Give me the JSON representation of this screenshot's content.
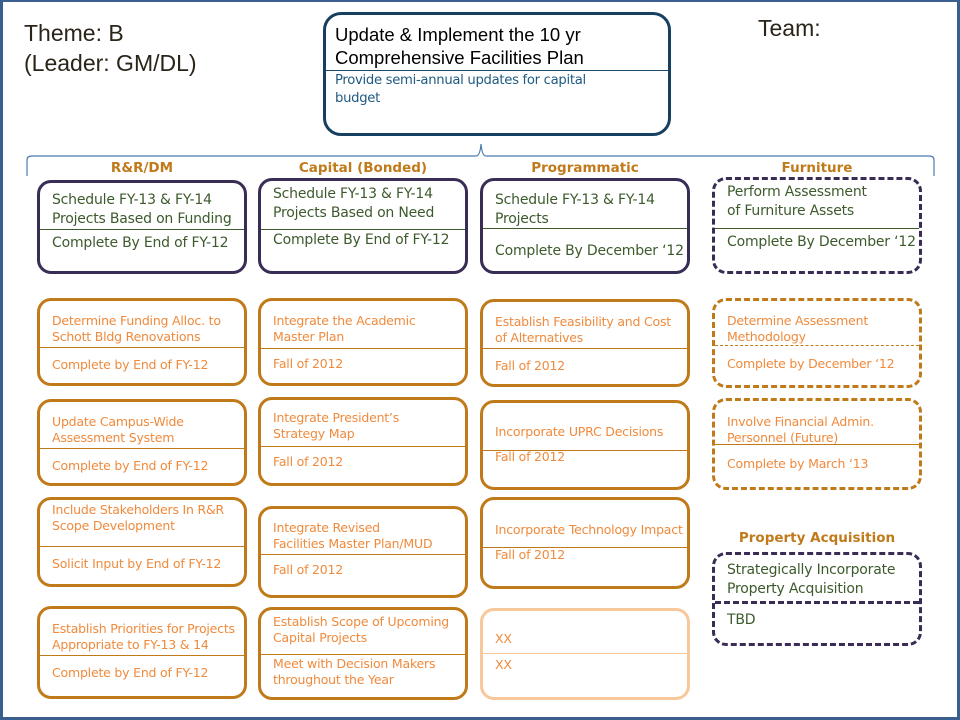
{
  "header": {
    "theme": "Theme: B",
    "leader": "(Leader: GM/DL)",
    "team": "Team:"
  },
  "goal": {
    "title_line1": "Update & Implement  the 10 yr",
    "title_line2": "Comprehensive  Facilities Plan",
    "subtitle_line1": "Provide semi-annual  updates for capital",
    "subtitle_line2": "budget"
  },
  "columns": [
    {
      "heading": "R&R/DM",
      "cards": [
        {
          "top": [
            "Schedule FY-13 & FY-14",
            "Projects Based on Funding"
          ],
          "bottom": [
            "Complete By End of FY-12"
          ]
        },
        {
          "top": [
            "Determine  Funding Alloc. to",
            "Schott Bldg Renovations"
          ],
          "bottom": [
            "Complete by End of FY-12"
          ]
        },
        {
          "top": [
            "Update Campus-Wide",
            "Assessment System"
          ],
          "bottom": [
            "Complete  by End of FY-12"
          ]
        },
        {
          "top": [
            "Include Stakeholders In R&R",
            "Scope Development"
          ],
          "bottom": [
            "Solicit Input by End of FY-12"
          ]
        },
        {
          "top": [
            "Establish Priorities for Projects",
            "Appropriate to FY-13  & 14"
          ],
          "bottom": [
            "Complete by End of FY-12"
          ]
        }
      ]
    },
    {
      "heading": "Capital (Bonded)",
      "cards": [
        {
          "top": [
            "Schedule FY-13 & FY-14",
            "Projects Based on Need"
          ],
          "bottom": [
            "Complete By End of FY-12"
          ]
        },
        {
          "top": [
            "Integrate the Academic",
            "Master Plan"
          ],
          "bottom": [
            "Fall  of 2012"
          ]
        },
        {
          "top": [
            "Integrate President’s",
            "Strategy Map"
          ],
          "bottom": [
            "Fall  of 2012"
          ]
        },
        {
          "top": [
            "Integrate Revised",
            "Facilities Master Plan/MUD"
          ],
          "bottom": [
            "Fall  of 2012"
          ]
        },
        {
          "top": [
            "Establish Scope of Upcoming",
            "Capital  Projects"
          ],
          "bottom": [
            "Meet with Decision Makers",
            "throughout the Year"
          ]
        }
      ]
    },
    {
      "heading": "Programmatic",
      "cards": [
        {
          "top": [
            "Schedule FY-13 & FY-14",
            "Projects"
          ],
          "bottom": [
            "Complete By December ‘12"
          ]
        },
        {
          "top": [
            "Establish Feasibility and Cost",
            "of Alternatives"
          ],
          "bottom": [
            "Fall  of 2012"
          ]
        },
        {
          "top": [
            "Incorporate UPRC  Decisions"
          ],
          "bottom": [
            "Fall  of 2012"
          ]
        },
        {
          "top": [
            "Incorporate Technology Impact"
          ],
          "bottom": [
            "Fall  of 2012"
          ]
        },
        {
          "top": [
            "XX"
          ],
          "bottom": [
            "XX"
          ]
        }
      ]
    },
    {
      "heading": "Furniture",
      "cards": [
        {
          "top": [
            "Perform Assessment",
            "of Furniture  Assets"
          ],
          "bottom": [
            "Complete By December ‘12"
          ]
        },
        {
          "top": [
            "Determine Assessment",
            "Methodology"
          ],
          "bottom": [
            "Complete by December ‘12"
          ]
        },
        {
          "top": [
            "Involve Financial Admin.",
            "Personnel (Future)"
          ],
          "bottom": [
            "Complete by March ‘13"
          ]
        }
      ]
    },
    {
      "heading": "Property Acquisition",
      "cards": [
        {
          "top": [
            "Strategically  Incorporate",
            "Property Acquisition"
          ],
          "bottom": [
            "TBD"
          ]
        }
      ]
    }
  ],
  "colors": {
    "frame": "#3a5f8f",
    "goal_border": "#173f5f",
    "heading": "#c07a1a",
    "purple_border": "#3a2d55",
    "green_text": "#3c5a2c",
    "orange_border": "#c07a1a",
    "orange_text": "#f08a3c",
    "light_orange_border": "#f8c89a"
  }
}
